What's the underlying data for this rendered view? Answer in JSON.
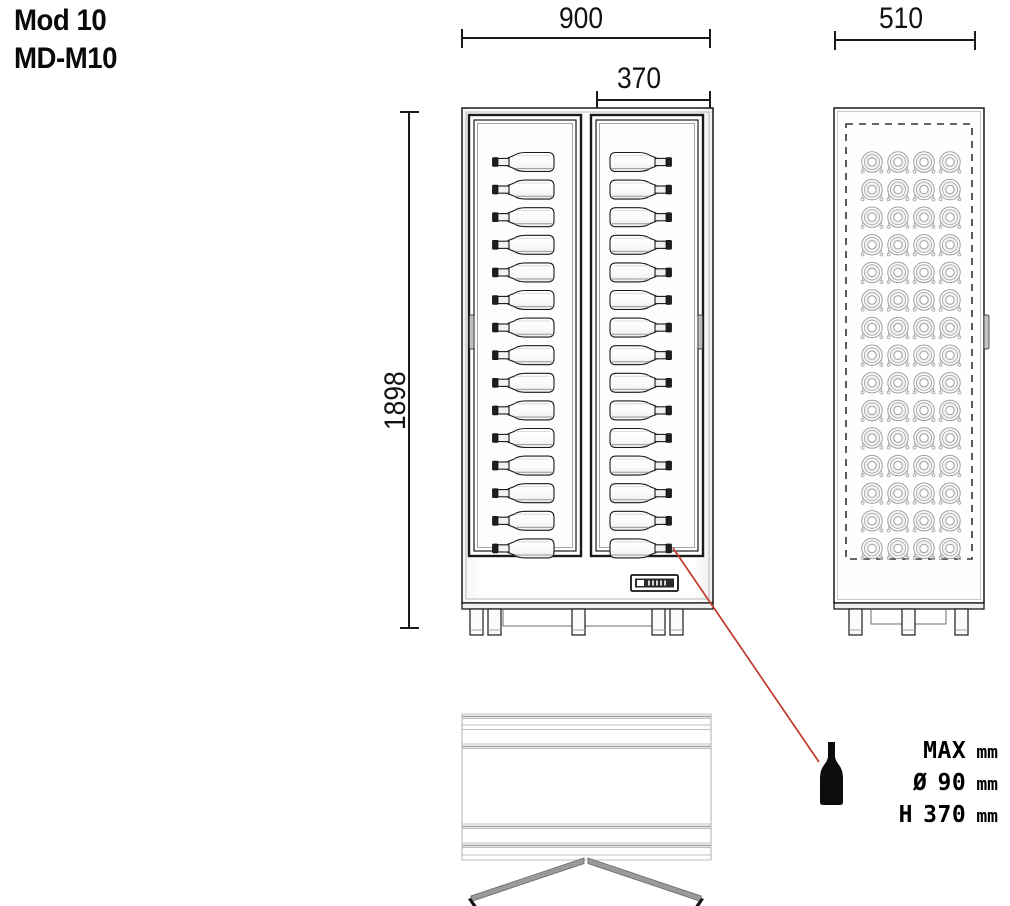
{
  "title": {
    "line1": "Mod 10",
    "line2": "MD-M10"
  },
  "dimensions": {
    "width_overall": "900",
    "door_width": "370",
    "height_overall": "1898",
    "depth": "510",
    "unit_implied": "mm"
  },
  "bottle_spec": {
    "line1_label": "MAX",
    "line1_unit": "mm",
    "line2_symbol": "Ø",
    "line2_value": "90",
    "line2_unit": "mm",
    "line3_label": "H",
    "line3_value": "370",
    "line3_unit": "mm",
    "leader_color": "#c0392b"
  },
  "views": {
    "front": {
      "name": "front-elevation",
      "bottle_rows": 15,
      "bottle_columns": 2,
      "bottles_visible": 30,
      "doors": 2,
      "control_panel": true
    },
    "side": {
      "name": "side-elevation",
      "bottle_rows": 15,
      "bottle_columns": 4,
      "bottle_ends_visible": 60
    },
    "top": {
      "name": "top-plan",
      "door_swing_indicators": 2
    }
  },
  "palette": {
    "line": "#1a1a1a",
    "thin_line": "#8c8c8c",
    "glass_fill": "#fdfdfd",
    "metal_grey": "#9a9a9a",
    "accent_red": "#c0392b",
    "text": "#121212"
  }
}
